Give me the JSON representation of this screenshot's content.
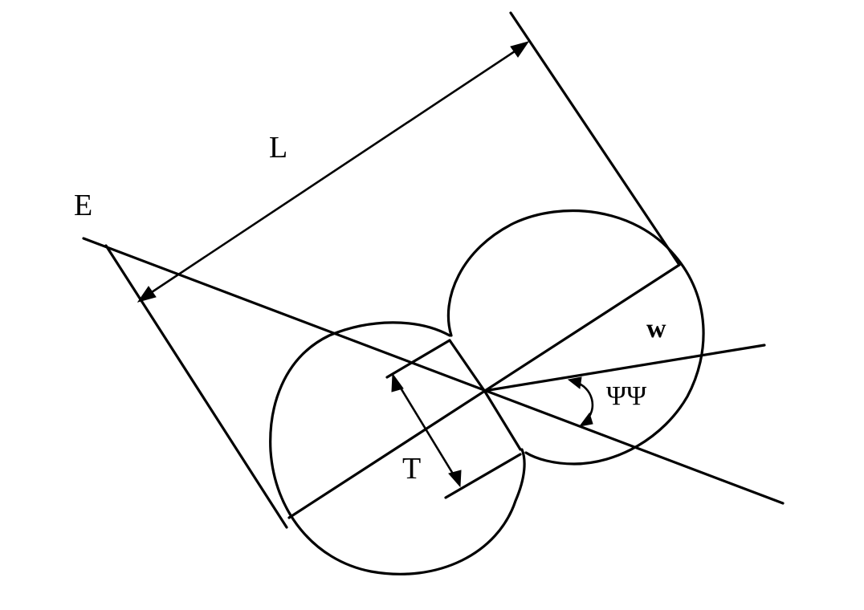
{
  "labels": {
    "E": "E",
    "L": "L",
    "W": "w",
    "T": "T",
    "PSI": "ΨΨ"
  },
  "colors": {
    "ink": "#000000",
    "background": "#ffffff"
  }
}
